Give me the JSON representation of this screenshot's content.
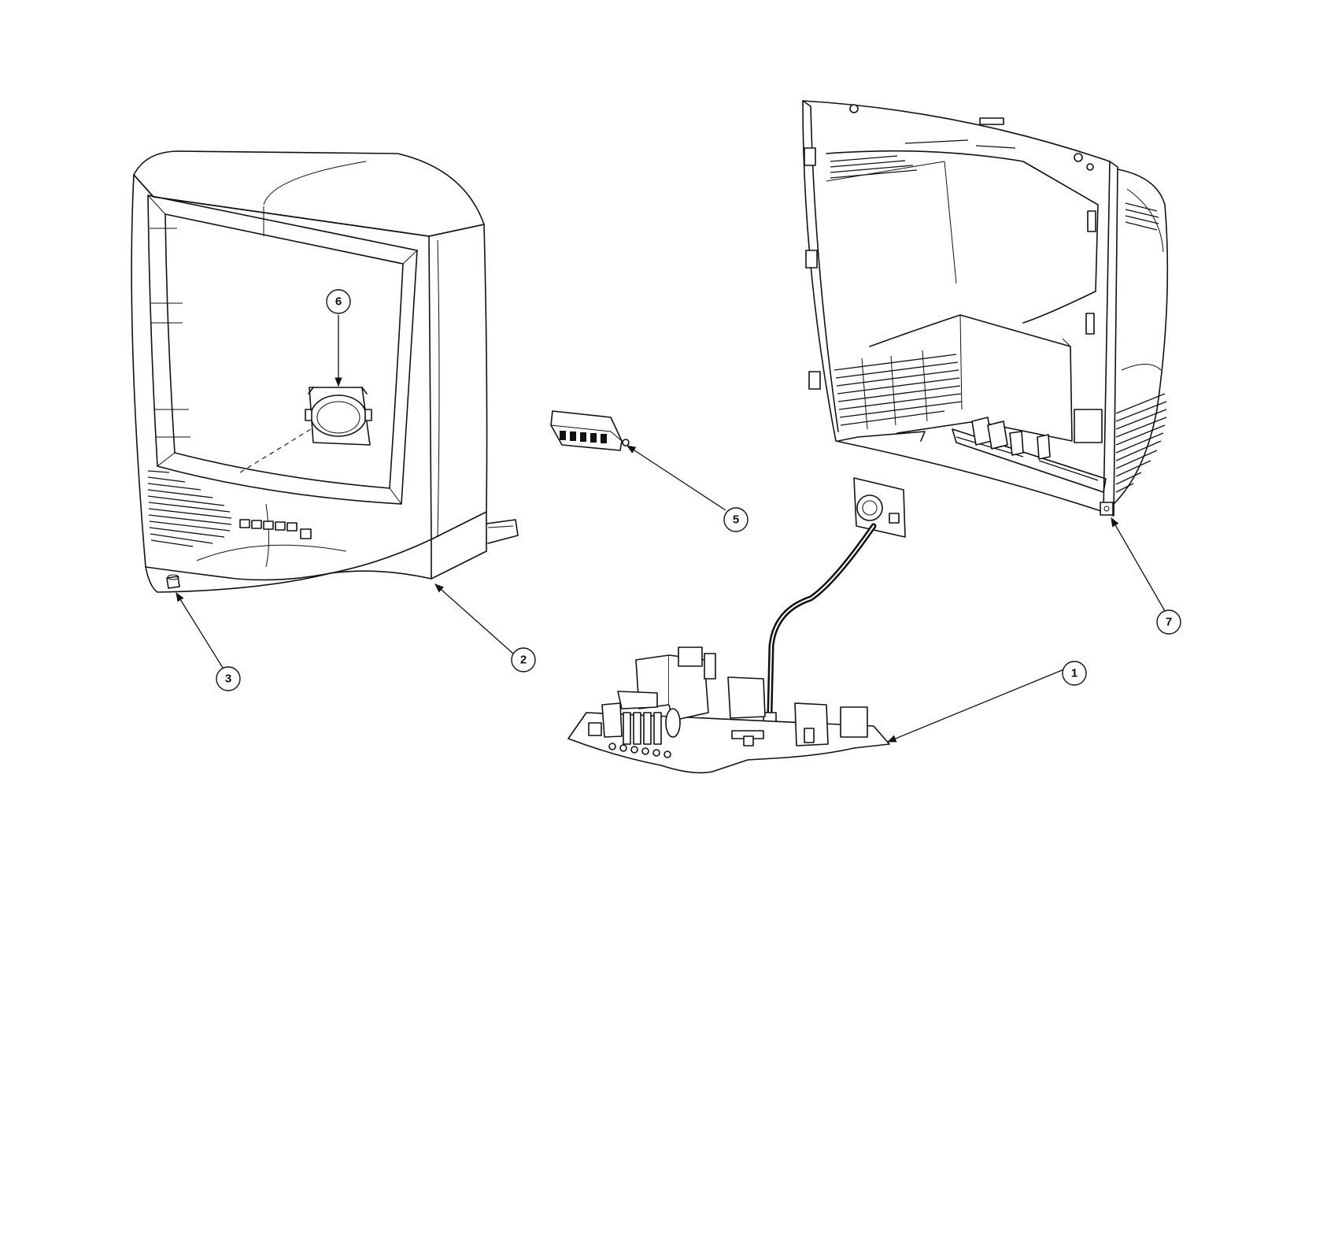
{
  "callouts": [
    {
      "id": "1",
      "label": "1"
    },
    {
      "id": "2",
      "label": "2"
    },
    {
      "id": "3",
      "label": "3"
    },
    {
      "id": "5",
      "label": "5"
    },
    {
      "id": "6",
      "label": "6"
    },
    {
      "id": "7",
      "label": "7"
    }
  ]
}
